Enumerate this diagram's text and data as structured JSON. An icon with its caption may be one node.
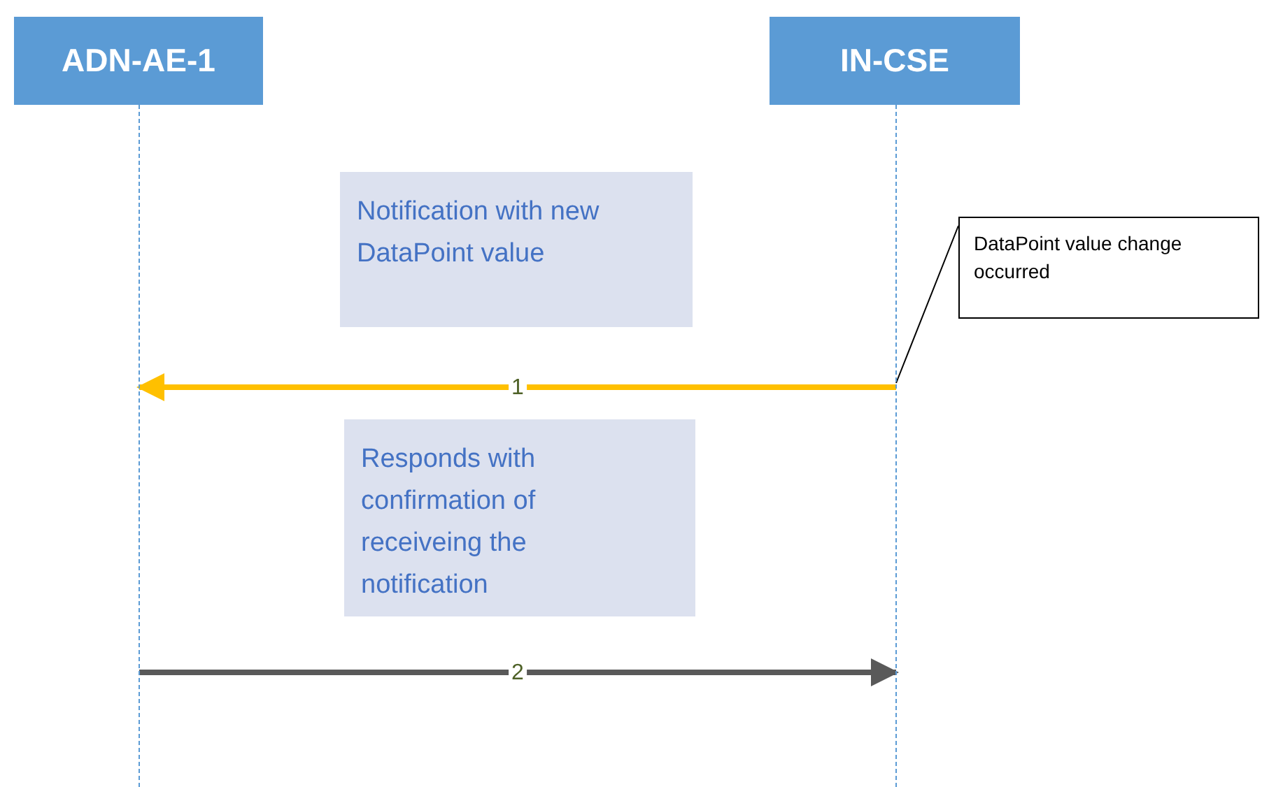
{
  "diagram": {
    "nodes": [
      {
        "text": [
          "ADN-AE-1"
        ]
      },
      {
        "text": [
          "IN-CSE"
        ]
      },
      {
        "text": [],
        "shape": "bar"
      },
      {
        "text": [],
        "shape": "bar"
      },
      {
        "text": [
          "Notification with new DataPoint value"
        ]
      },
      {
        "text": [
          "Responds with confirmation of receiveing the notification"
        ]
      },
      {
        "text": [
          "DataPoint value change occurred"
        ]
      }
    ],
    "edges": [
      {
        "from": 3,
        "to": 2,
        "arrow": "to",
        "label": "1",
        "color": "#ffc000"
      },
      {
        "from": 2,
        "to": 3,
        "arrow": "to",
        "label": "2",
        "color": "#595959"
      },
      {
        "from": 6,
        "to": 3,
        "arrow": "none",
        "color": "#000000"
      }
    ]
  }
}
